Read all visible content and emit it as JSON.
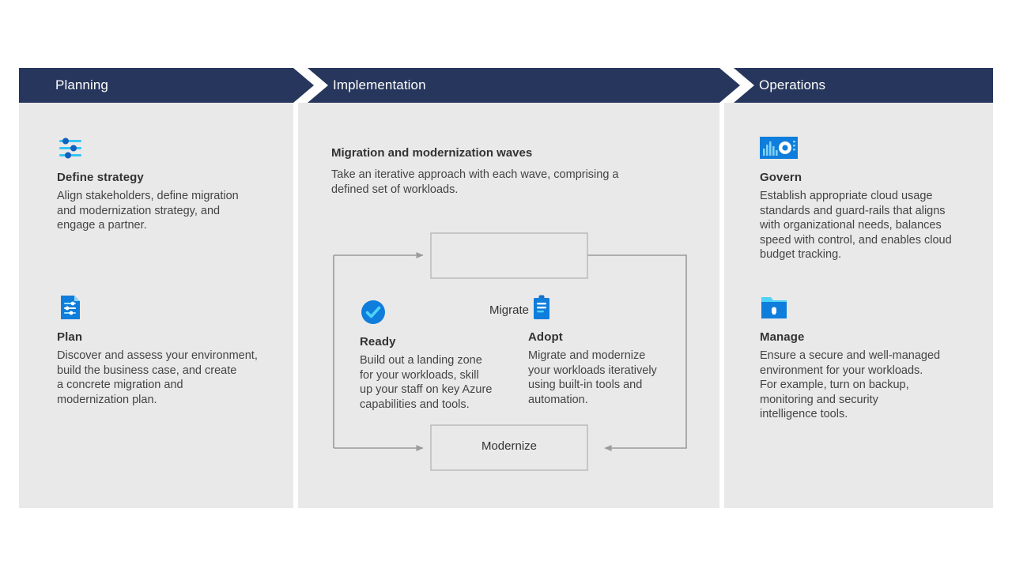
{
  "colors": {
    "header_bar": "#27365c",
    "panel_bg": "#e9e9e9",
    "page_bg": "#ffffff",
    "accent_blue": "#0f7ddb",
    "accent_cyan": "#32c5f4",
    "flow_line": "#9b9b9b",
    "heading_text": "#333333",
    "body_text": "#444444"
  },
  "header": {
    "phases": [
      {
        "label": "Planning"
      },
      {
        "label": "Implementation"
      },
      {
        "label": "Operations"
      }
    ]
  },
  "planning": {
    "blocks": [
      {
        "icon": "sliders-icon",
        "title": "Define strategy",
        "body": "Align stakeholders, define migration\nand modernization strategy, and\nengage a partner."
      },
      {
        "icon": "document-plan-icon",
        "title": "Plan",
        "body": "Discover and assess your environment,\nbuild the business case, and create\na concrete migration and\nmodernization plan."
      }
    ]
  },
  "implementation": {
    "heading": "Migration and modernization waves",
    "subheading": "Take an iterative approach with each wave, comprising a\ndefined set of workloads.",
    "flow": {
      "top_box": "Migrate",
      "bottom_box": "Modernize"
    },
    "blocks": [
      {
        "icon": "check-circle-icon",
        "title": "Ready",
        "body": "Build out a landing zone\nfor your workloads, skill\nup your staff on key Azure\ncapabilities and tools."
      },
      {
        "icon": "clipboard-icon",
        "title": "Adopt",
        "body": "Migrate and modernize\nyour workloads iteratively\nusing built-in tools and\nautomation."
      }
    ]
  },
  "operations": {
    "blocks": [
      {
        "icon": "dashboard-chart-icon",
        "title": "Govern",
        "body": "Establish appropriate cloud usage\nstandards and guard-rails that aligns\nwith organizational needs, balances\nspeed with control, and enables cloud\nbudget tracking."
      },
      {
        "icon": "secure-folder-icon",
        "title": "Manage",
        "body": "Ensure a secure and well-managed\nenvironment for your workloads.\nFor example, turn on backup,\nmonitoring and security\nintelligence tools."
      }
    ]
  }
}
